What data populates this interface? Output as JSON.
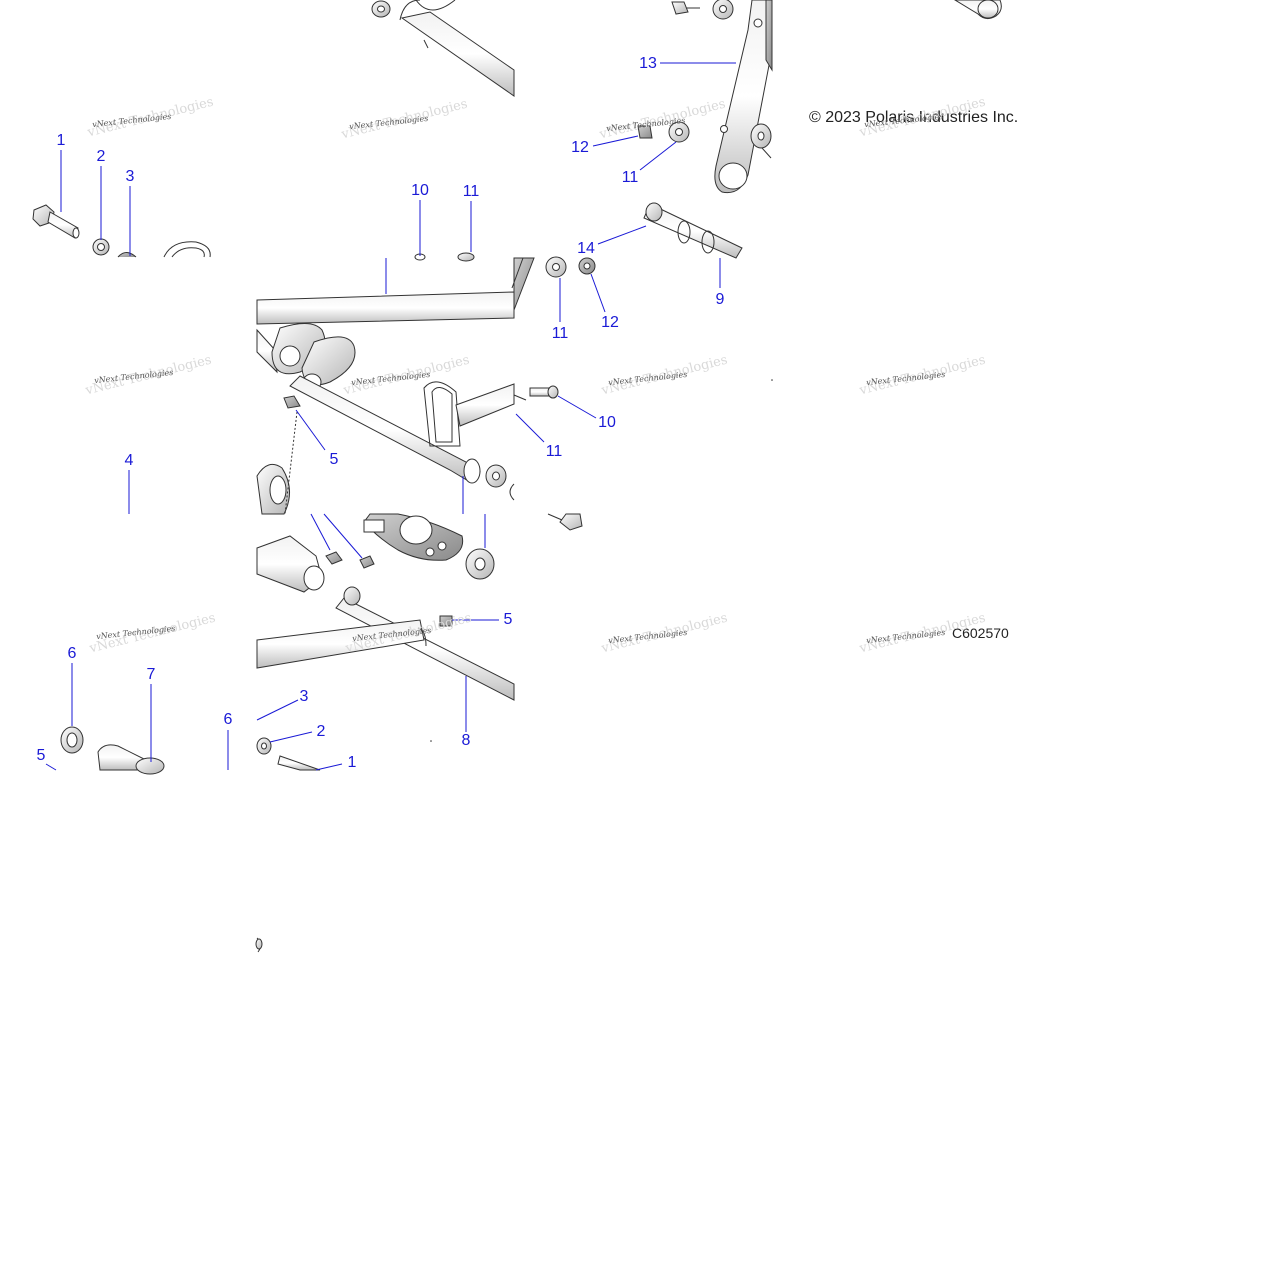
{
  "copyright": "© 2023 Polaris Industries Inc.",
  "figure_id": "C602570",
  "watermark": "vNext Technologies",
  "watermark_ghost": "vNext Technologies",
  "callouts": [
    {
      "id": "c1a",
      "text": "1"
    },
    {
      "id": "c2a",
      "text": "2"
    },
    {
      "id": "c3a",
      "text": "3"
    },
    {
      "id": "c4",
      "text": "4"
    },
    {
      "id": "c5a",
      "text": "5"
    },
    {
      "id": "c5b",
      "text": "5"
    },
    {
      "id": "c5c",
      "text": "5"
    },
    {
      "id": "c6a",
      "text": "6"
    },
    {
      "id": "c6b",
      "text": "6"
    },
    {
      "id": "c7",
      "text": "7"
    },
    {
      "id": "c8",
      "text": "8"
    },
    {
      "id": "c9",
      "text": "9"
    },
    {
      "id": "c10a",
      "text": "10"
    },
    {
      "id": "c10b",
      "text": "10"
    },
    {
      "id": "c11a",
      "text": "11"
    },
    {
      "id": "c11b",
      "text": "11"
    },
    {
      "id": "c11c",
      "text": "11"
    },
    {
      "id": "c11d",
      "text": "11"
    },
    {
      "id": "c12a",
      "text": "12"
    },
    {
      "id": "c12b",
      "text": "12"
    },
    {
      "id": "c13",
      "text": "13"
    },
    {
      "id": "c14",
      "text": "14"
    },
    {
      "id": "c3b",
      "text": "3"
    },
    {
      "id": "c2b",
      "text": "2"
    },
    {
      "id": "c1b",
      "text": "1"
    }
  ]
}
